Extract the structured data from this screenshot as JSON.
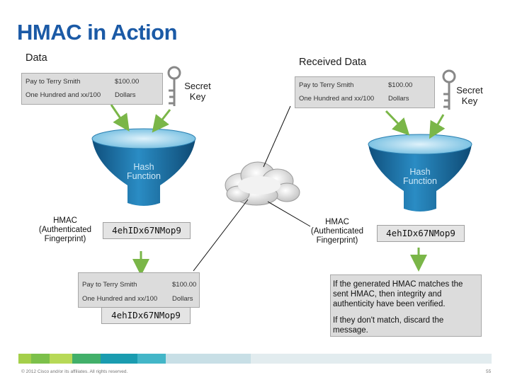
{
  "title": "HMAC in Action",
  "left": {
    "heading": "Data",
    "rows": [
      {
        "text": "Pay to Terry Smith",
        "value": "$100.00"
      },
      {
        "text": "One Hundred and xx/100",
        "value": "Dollars"
      }
    ],
    "key_label_1": "Secret",
    "key_label_2": "Key",
    "funnel_line1": "Hash",
    "funnel_line2": "Function",
    "fp_line1": "HMAC",
    "fp_line2": "(Authenticated",
    "fp_line3": "Fingerprint)",
    "hmac": "4ehIDx67NMop9"
  },
  "combined": {
    "rows": [
      {
        "text": "Pay to Terry Smith",
        "value": "$100.00"
      },
      {
        "text": "One Hundred and xx/100",
        "value": "Dollars"
      }
    ],
    "hmac": "4ehIDx67NMop9"
  },
  "right": {
    "heading": "Received Data",
    "rows": [
      {
        "text": "Pay to Terry Smith",
        "value": "$100.00"
      },
      {
        "text": "One Hundred and xx/100",
        "value": "Dollars"
      }
    ],
    "key_label_1": "Secret",
    "key_label_2": "Key",
    "funnel_line1": "Hash",
    "funnel_line2": "Function",
    "fp_line1": "HMAC",
    "fp_line2": "(Authenticated",
    "fp_line3": "Fingerprint)",
    "hmac": "4ehIDx67NMop9"
  },
  "note": {
    "p1": "If the generated HMAC matches the sent HMAC, then integrity and authenticity have been verified.",
    "p2": "If they don't match, discard the message."
  },
  "footer": {
    "copyright": "© 2012 Cisco and/or its affiliates. All rights reserved.",
    "page": "55"
  },
  "colors": {
    "title": "#1b5aa6",
    "arrow": "#7ab648",
    "funnel": "#1f7fb6",
    "bar_light": "#a4cf4a",
    "bar_dark": "#1a9cb0"
  }
}
